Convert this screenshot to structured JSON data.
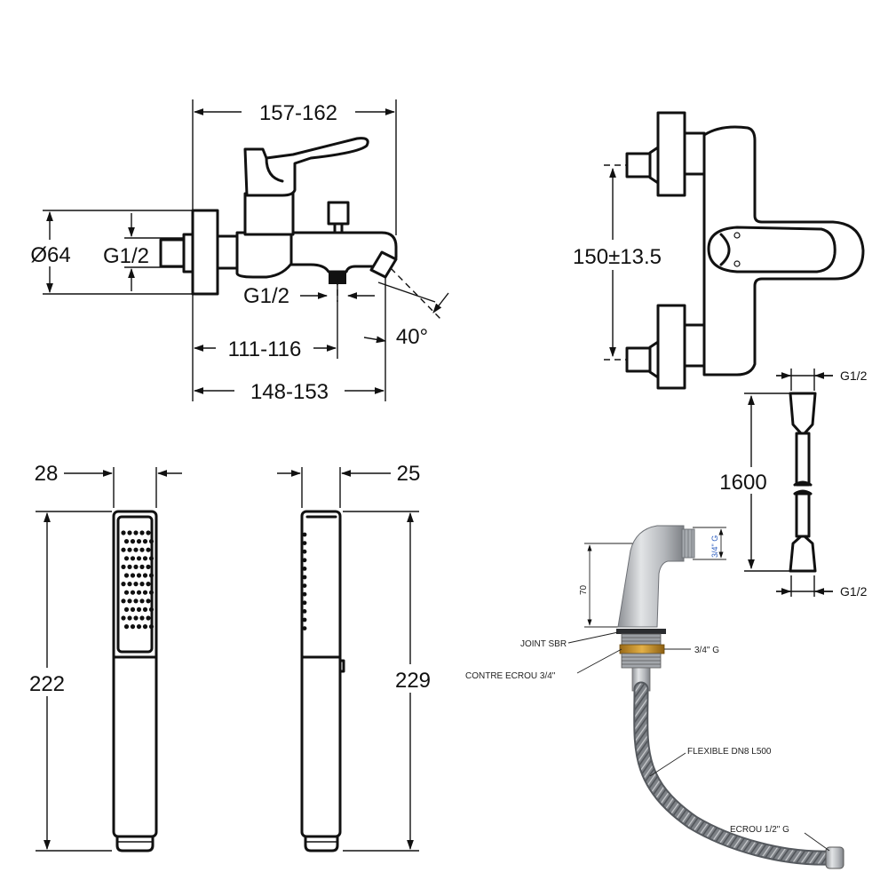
{
  "front_view": {
    "overall_width": "157-162",
    "wall_plate_dia": "Ø64",
    "inlet_thread": "G1/2",
    "outlet_thread": "G1/2",
    "outlet_offset": "111-116",
    "spout_length": "148-153",
    "spout_angle": "40°"
  },
  "top_view": {
    "center_distance": "150±13.5"
  },
  "hose": {
    "length": "1600",
    "top_thread": "G1/2",
    "bottom_thread": "G1/2"
  },
  "hand_shower_front": {
    "width": "28",
    "height": "222"
  },
  "hand_shower_side": {
    "width": "25",
    "height": "229"
  },
  "diverter_kit": {
    "height_dim": "70",
    "top_thread": "3/4\" G",
    "labels": {
      "joint": "JOINT SBR",
      "thread": "3/4\" G",
      "contre_ecrou": "CONTRE ECROU 3/4\"",
      "flexible": "FLEXIBLE DN8 L500",
      "ecrou": "ECROU 1/2\" G"
    }
  }
}
